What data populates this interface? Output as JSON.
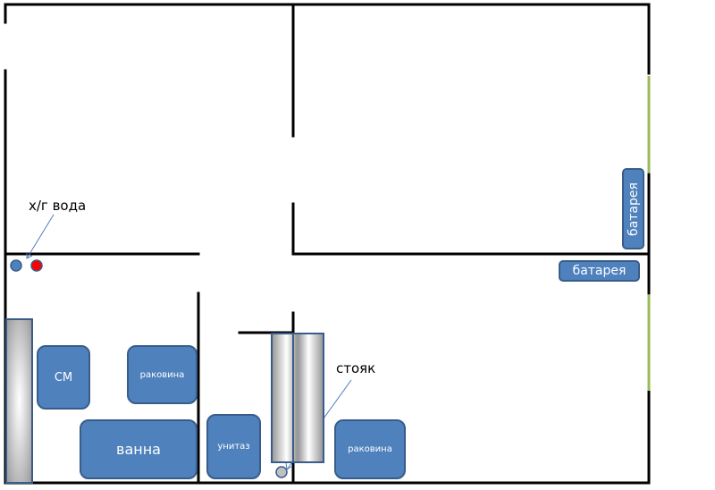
{
  "title": "Floor plan with plumbing fixtures",
  "colors": {
    "wall": "#000000",
    "window": "#9bbb59",
    "fixture_fill": "#4f81bd",
    "fixture_border": "#385d8a",
    "hot_water": "#ff0000",
    "cold_water": "#4f81bd",
    "riser": "#c0c0c0"
  },
  "labels": {
    "water_pipes": "х/г вода",
    "riser": "стояк"
  },
  "fixtures": {
    "washing_machine": "СМ",
    "sink_bathroom": "раковина",
    "bathtub": "ванна",
    "toilet": "унитаз",
    "sink_kitchen": "раковина"
  },
  "radiators": {
    "vertical": "батарея",
    "horizontal": "батарея"
  },
  "pipes": [
    {
      "name": "cold",
      "icon": "cold-water-pipe-icon"
    },
    {
      "name": "hot",
      "icon": "hot-water-pipe-icon"
    },
    {
      "name": "riser",
      "icon": "riser-pipe-icon"
    }
  ]
}
